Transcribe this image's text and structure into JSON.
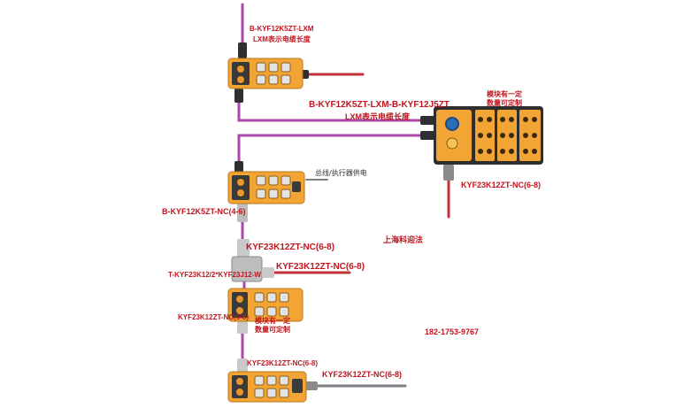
{
  "colors": {
    "cable_purple": "#a848a8",
    "cable_red": "#c0333b",
    "cable_gray": "#7b7f86",
    "module_orange": "#f2a435",
    "module_dark": "#2e2e2e",
    "label_red": "#c0151f"
  },
  "labels": {
    "top_cable": "B-KYF12K5ZT-LXM",
    "top_cable_note": "LXM表示电缆长度",
    "long_cable": "B-KYF12K5ZT-LXM-B-KYF12J5ZT",
    "long_cable_note": "LXM表示电缆长度",
    "right_module_note_1": "模块有一定",
    "right_module_note_2": "数量可定制",
    "right_module_cable": "KYF23K12ZT-NC(6-8)",
    "bus_power": "总线/执行器供电",
    "mid_cable": "B-KYF12K5ZT-NC(4-6)",
    "company": "上海科迎法",
    "tee_top": "KYF23K12ZT-NC(6-8)",
    "tee_part": "T-KYF23K12/2*KYF23J12-W",
    "tee_branch": "KYF23K12ZT-NC(6-8)",
    "module3_cable": "KYF23K12ZT-NC(6-8)",
    "module3_note_1": "模块有一定",
    "module3_note_2": "数量可定制",
    "phone": "182-1753-9767",
    "module4_top_cable": "KYF23K12ZT-NC(6-8)",
    "module4_right_cable": "KYF23K12ZT-NC(6-8)"
  }
}
